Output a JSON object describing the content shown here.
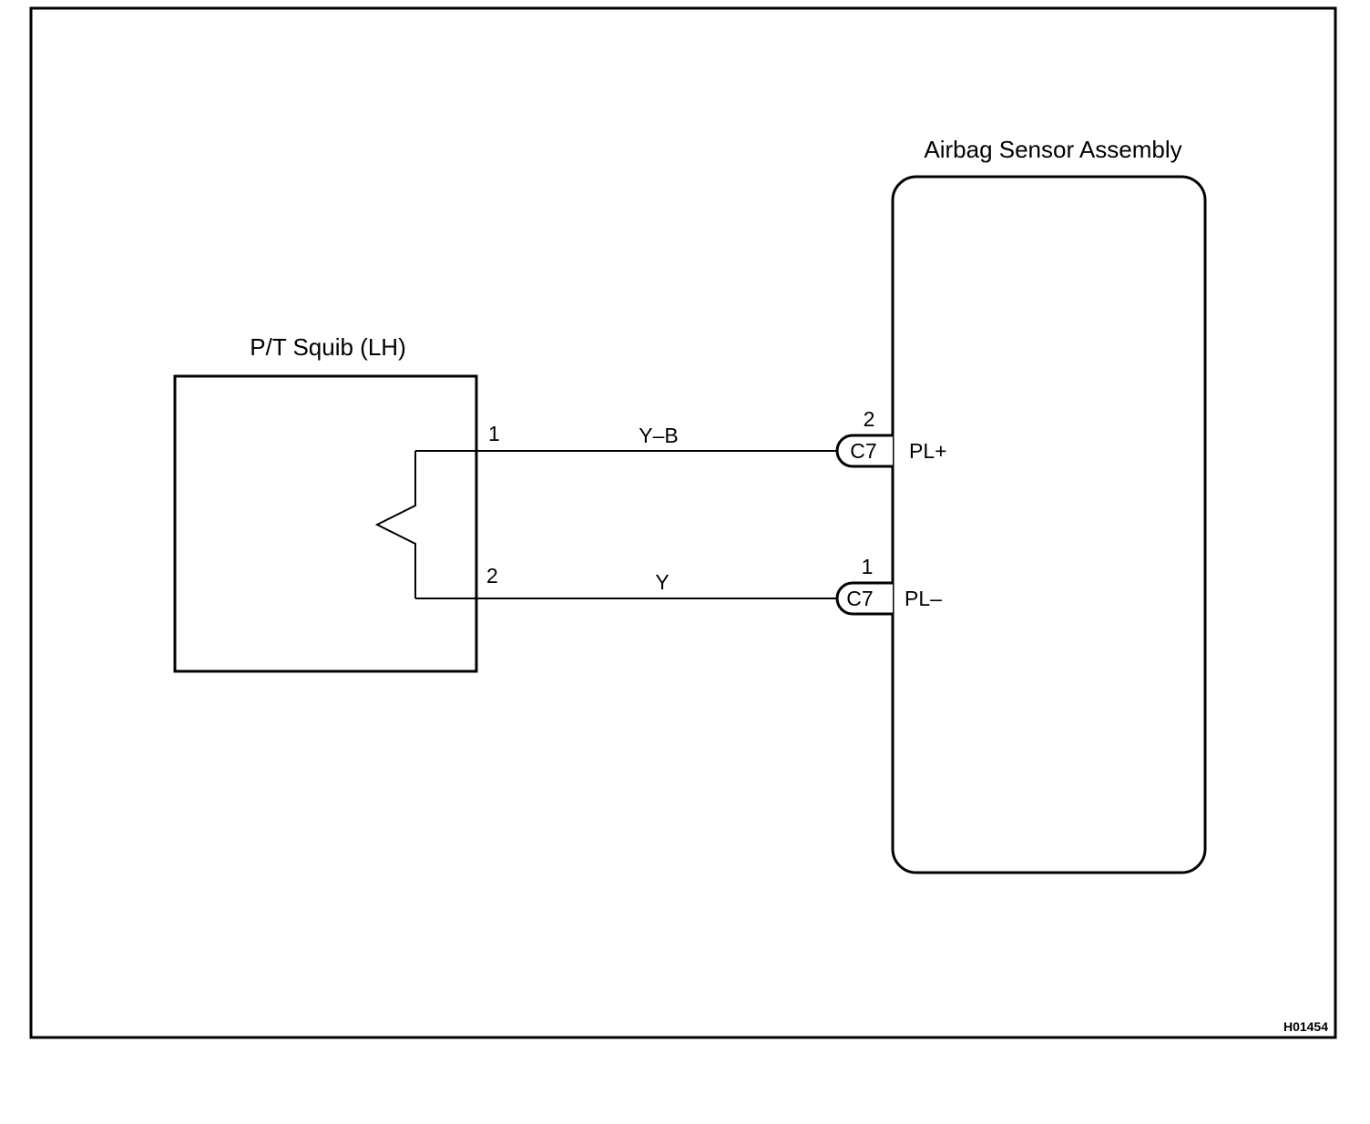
{
  "diagram": {
    "figure_code": "H01454",
    "components": {
      "squib": {
        "title": "P/T Squib (LH)"
      },
      "sensor": {
        "title": "Airbag Sensor Assembly"
      }
    },
    "wires": [
      {
        "squib_pin": "1",
        "color_code": "Y–B",
        "connector": "C7",
        "connector_pin": "2",
        "terminal": "PL+"
      },
      {
        "squib_pin": "2",
        "color_code": "Y",
        "connector": "C7",
        "connector_pin": "1",
        "terminal": "PL–"
      }
    ]
  }
}
